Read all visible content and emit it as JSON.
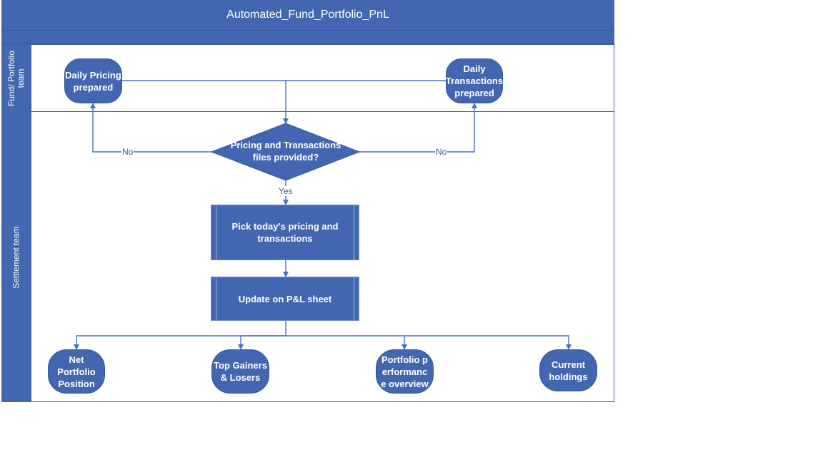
{
  "title": "Automated_Fund_Portfolio_PnL",
  "lanes": {
    "fund_team": "Fund/ Portfolio team",
    "settlement_team": "Settlement team"
  },
  "nodes": {
    "daily_pricing": "Daily Pricing prepared",
    "daily_transactions": "Daily Transactions prepared",
    "decision": "Pricing and Transactions files provided?",
    "pick": "Pick today's pricing and transactions",
    "update": "Update on P&L sheet",
    "net_portfolio": "Net Portfolio Position",
    "top_gainers": "Top Gainers & Losers",
    "portfolio_performance": "Portfolio performanc e overview",
    "current_holdings": "Current holdings"
  },
  "edge_labels": {
    "no_left": "No",
    "no_right": "No",
    "yes": "Yes"
  },
  "colors": {
    "shape_fill": "#4266b0",
    "connector": "#4a72c4",
    "text_on_shape": "#ffffff"
  }
}
